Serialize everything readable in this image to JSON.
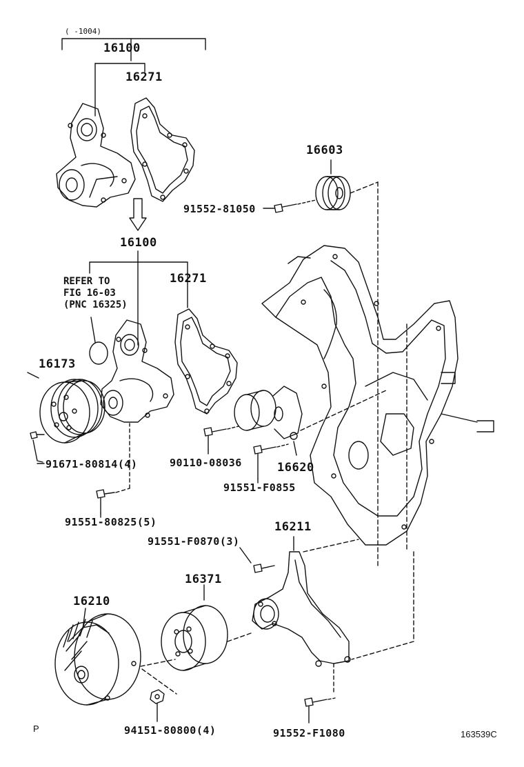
{
  "header_note": "(      -1004)",
  "refer_note": [
    "REFER TO",
    "FIG 16-03",
    "(PNC 16325)"
  ],
  "footer_left": "P",
  "footer_right": "163539C",
  "labels": {
    "pump_old": "16100",
    "gasket_old": "16271",
    "pump_new": "16100",
    "gasket_new": "16271",
    "idler_upper": "16603",
    "bolt_idler_upper": "91552-81050",
    "pulley_pump": "16173",
    "bolt_pulley_pump": "91671-80814(4)",
    "bolt_pump": "91551-80825(5)",
    "bolt_tensioner": "90110-08036",
    "tensioner": "16620",
    "bolt_tensioner_mount": "91551-F0855",
    "bolt_bracket": "91551-F0870(3)",
    "fan_bracket": "16211",
    "fan_pulley": "16371",
    "fluid_coupling": "16210",
    "nut_coupling": "94151-80800(4)",
    "bolt_bracket_lower": "91552-F1080"
  }
}
